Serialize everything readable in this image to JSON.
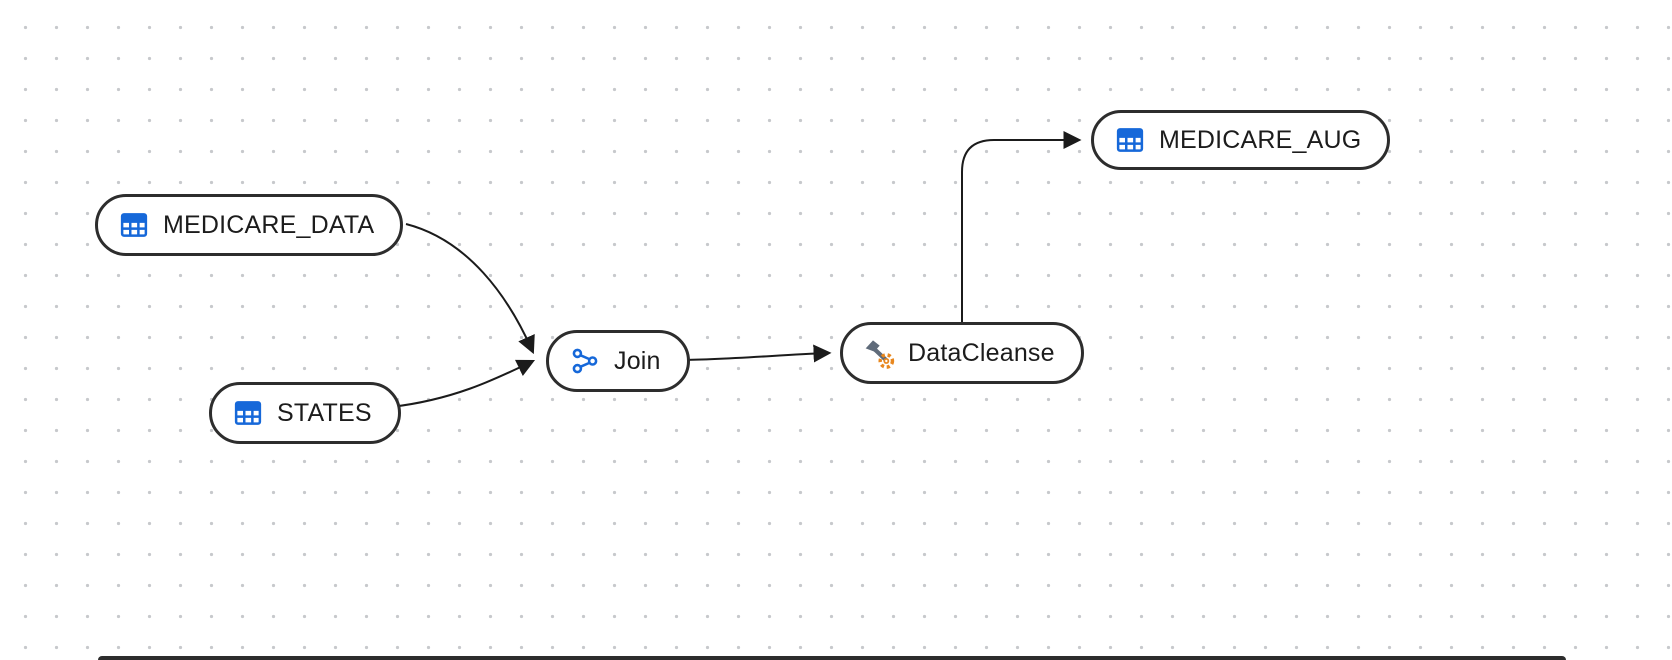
{
  "canvas": {
    "kind": "dataflow-pipeline",
    "background_color": "#ffffff",
    "dot_grid_color": "#c7c9cc",
    "node_border_color": "#2d2d2d",
    "edge_color": "#1b1b1b",
    "accent_blue": "#1668d9",
    "accent_orange": "#e8871e",
    "icon_gray": "#5f6b7a"
  },
  "nodes": [
    {
      "id": "medicare_data",
      "label": "MEDICARE_DATA",
      "icon": "table-icon",
      "type": "table"
    },
    {
      "id": "states",
      "label": "STATES",
      "icon": "table-icon",
      "type": "table"
    },
    {
      "id": "join",
      "label": "Join",
      "icon": "join-icon",
      "type": "join"
    },
    {
      "id": "datacleanse",
      "label": "DataCleanse",
      "icon": "transform-icon",
      "type": "transform"
    },
    {
      "id": "medicare_aug",
      "label": "MEDICARE_AUG",
      "icon": "table-icon",
      "type": "table"
    }
  ],
  "edges": [
    {
      "from": "MEDICARE_DATA",
      "to": "Join"
    },
    {
      "from": "STATES",
      "to": "Join"
    },
    {
      "from": "Join",
      "to": "DataCleanse"
    },
    {
      "from": "DataCleanse",
      "to": "MEDICARE_AUG"
    }
  ]
}
